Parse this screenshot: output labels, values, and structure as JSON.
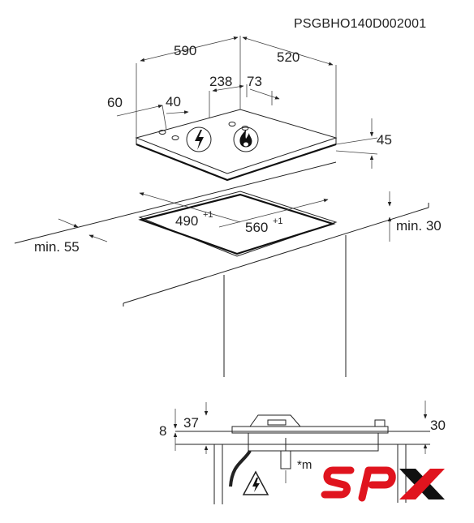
{
  "document_code": "PSGBHO140D002001",
  "dimensions": {
    "width_590": "590",
    "depth_520": "520",
    "d_60": "60",
    "d_40": "40",
    "d_238": "238",
    "d_73": "73",
    "height_45": "45",
    "cutout_490": "490",
    "cutout_490_tol": "+1",
    "cutout_560": "560",
    "cutout_560_tol": "+1",
    "min_30": "min. 30",
    "min_55": "min. 55",
    "d_8": "8",
    "d_37": "37",
    "d_30": "30",
    "note_star": "*m"
  },
  "logo": {
    "text": "SPX",
    "colors": {
      "letters": "#e0141e",
      "x_mark": "#111111"
    }
  },
  "icons": [
    "electric-warning-icon",
    "electric-bolt-icon",
    "gas-flame-icon"
  ]
}
